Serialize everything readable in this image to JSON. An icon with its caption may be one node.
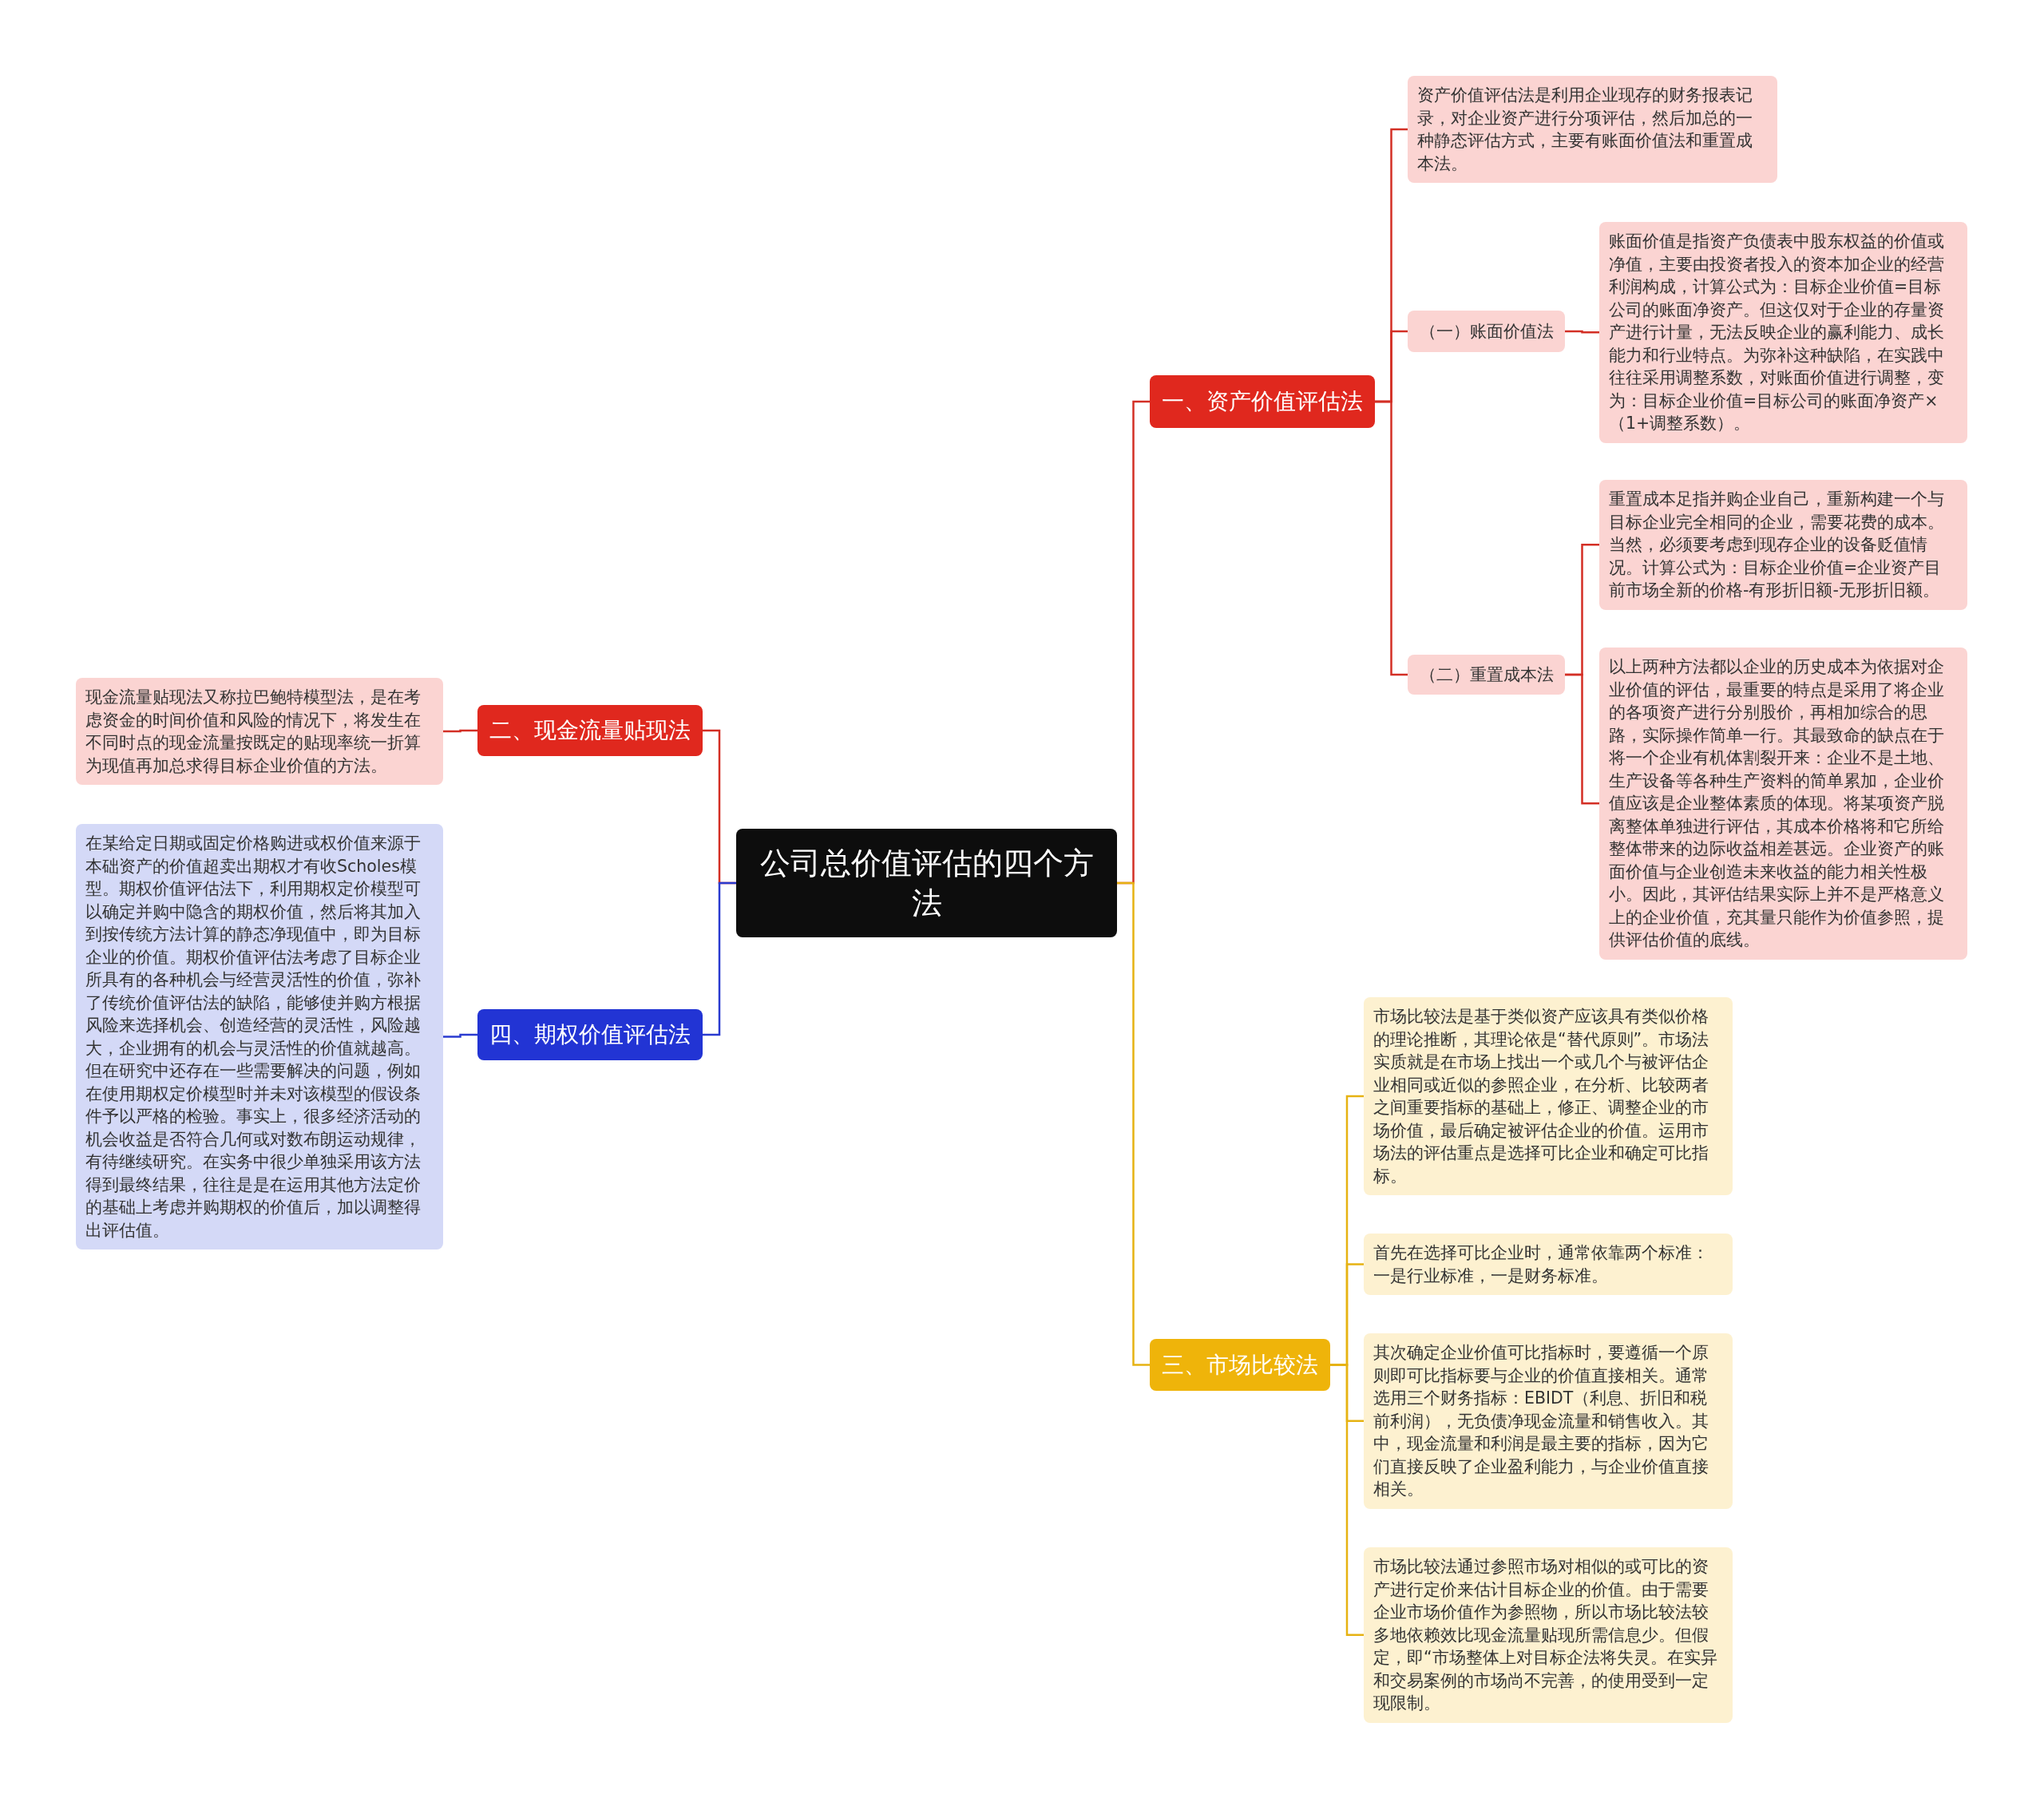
{
  "diagram": {
    "nodes": [
      {
        "text": [
          "公司总价值评估的四个方法"
        ]
      },
      {
        "text": [
          "一、资产价值评估法"
        ]
      },
      {
        "text": [
          "资产价值评估法是利用企业现存的财务报表记录，对企业资产进行分项评估，然后加总的一种静态评估方式，主要有账面价值法和重置成本法。"
        ]
      },
      {
        "text": [
          "（一）账面价值法"
        ]
      },
      {
        "text": [
          "账面价值是指资产负债表中股东权益的价值或净值，主要由投资者投入的资本加企业的经营利润构成，计算公式为：目标企业价值=目标公司的账面净资产。但这仅对于企业的存量资产进行计量，无法反映企业的赢利能力、成长能力和行业特点。为弥补这种缺陷，在实践中往往采用调整系数，对账面价值进行调整，变为：目标企业价值=目标公司的账面净资产×（1+调整系数）。"
        ]
      },
      {
        "text": [
          "（二）重置成本法"
        ]
      },
      {
        "text": [
          "重置成本足指并购企业自己，重新构建一个与目标企业完全相同的企业，需要花费的成本。当然，必须要考虑到现存企业的设备贬值情况。计算公式为：目标企业价值=企业资产目前市场全新的价格-有形折旧额-无形折旧额。"
        ]
      },
      {
        "text": [
          "以上两种方法都以企业的历史成本为依据对企业价值的评估，最重要的特点是采用了将企业的各项资产进行分别股价，再相加综合的思路，实际操作简单一行。其最致命的缺点在于将一个企业有机体割裂开来：企业不是土地、生产设备等各种生产资料的简单累加，企业价值应该是企业整体素质的体现。将某项资产脱离整体单独进行评估，其成本价格将和它所给整体带来的边际收益相差甚远。企业资产的账面价值与企业创造未来收益的能力相关性极小。因此，其评估结果实际上并不是严格意义上的企业价值，充其量只能作为价值参照，提供评估价值的底线。"
        ]
      },
      {
        "text": [
          "二、现金流量贴现法"
        ]
      },
      {
        "text": [
          "现金流量贴现法又称拉巴鲍特模型法，是在考虑资金的时间价值和风险的情况下，将发生在不同时点的现金流量按既定的贴现率统一折算为现值再加总求得目标企业价值的方法。"
        ]
      },
      {
        "text": [
          "三、市场比较法"
        ]
      },
      {
        "text": [
          "市场比较法是基于类似资产应该具有类似价格的理论推断，其理论依是“替代原则”。市场法实质就是在市场上找出一个或几个与被评估企业相同或近似的参照企业，在分析、比较两者之间重要指标的基础上，修正、调整企业的市场价值，最后确定被评估企业的价值。运用市场法的评估重点是选择可比企业和确定可比指标。"
        ]
      },
      {
        "text": [
          "首先在选择可比企业时，通常依靠两个标准：一是行业标准，一是财务标准。"
        ]
      },
      {
        "text": [
          "其次确定企业价值可比指标时，要遵循一个原则即可比指标要与企业的价值直接相关。通常选用三个财务指标：EBIDT（利息、折旧和税前利润），无负债净现金流量和销售收入。其中，现金流量和利润是最主要的指标，因为它们直接反映了企业盈利能力，与企业价值直接相关。"
        ]
      },
      {
        "text": [
          "市场比较法通过参照市场对相似的或可比的资产进行定价来估计目标企业的价值。由于需要企业市场价值作为参照物，所以市场比较法较多地依赖效比现金流量贴现所需信息少。但假定，即“市场整体上对目标企法将失灵。在实异和交易案例的市场尚不完善，的使用受到一定现限制。"
        ]
      },
      {
        "text": [
          "四、期权价值评估法"
        ]
      },
      {
        "text": [
          "在某给定日期或固定价格购进或权价值来源于本础资产的价值超卖出期权才有收Scholes模型。期权价值评估法下，利用期权定价模型可以确定并购中隐含的期权价值，然后将其加入到按传统方法计算的静态净现值中，即为目标企业的价值。期权价值评估法考虑了目标企业所具有的各种机会与经营灵活性的价值，弥补了传统价值评估法的缺陷，能够使并购方根据风险来选择机会、创造经营的灵活性，风险越大，企业拥有的机会与灵活性的价值就越高。但在研究中还存在一些需要解决的问题，例如在使用期权定价模型时并未对该模型的假设条件予以严格的检验。事实上，很多经济活动的机会收益是否符合几何或对数布朗运动规律，有待继续研究。在实务中很少单独采用该方法得到最终结果，往往是是在运用其他方法定价的基础上考虑并购期权的价值后，加以调整得出评估值。"
        ]
      }
    ],
    "edges": [
      {
        "from": 0,
        "to": 1,
        "arrow": "none"
      },
      {
        "from": 1,
        "to": 2,
        "arrow": "none"
      },
      {
        "from": 1,
        "to": 3,
        "arrow": "none"
      },
      {
        "from": 3,
        "to": 4,
        "arrow": "none"
      },
      {
        "from": 1,
        "to": 5,
        "arrow": "none"
      },
      {
        "from": 5,
        "to": 6,
        "arrow": "none"
      },
      {
        "from": 5,
        "to": 7,
        "arrow": "none"
      },
      {
        "from": 0,
        "to": 8,
        "arrow": "none"
      },
      {
        "from": 8,
        "to": 9,
        "arrow": "none"
      },
      {
        "from": 0,
        "to": 10,
        "arrow": "none",
        "color": "#e6b212"
      },
      {
        "from": 10,
        "to": 11,
        "arrow": "none",
        "color": "#e6b212"
      },
      {
        "from": 10,
        "to": 12,
        "arrow": "none",
        "color": "#e6b212"
      },
      {
        "from": 10,
        "to": 13,
        "arrow": "none",
        "color": "#e6b212"
      },
      {
        "from": 10,
        "to": 14,
        "arrow": "none",
        "color": "#e6b212"
      },
      {
        "from": 0,
        "to": 15,
        "arrow": "none",
        "color": "#2a3bd0"
      },
      {
        "from": 15,
        "to": 16,
        "arrow": "none",
        "color": "#2a3bd0"
      }
    ]
  }
}
